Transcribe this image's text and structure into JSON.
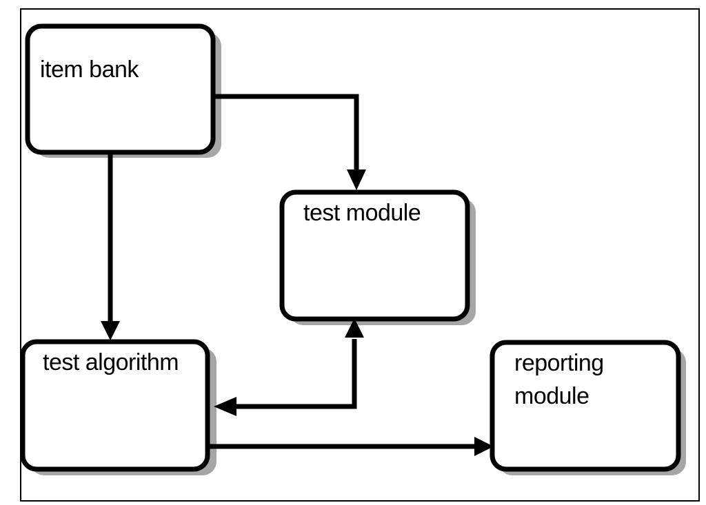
{
  "diagram": {
    "nodes": {
      "item_bank": {
        "label": "item bank"
      },
      "test_module": {
        "label": "test module"
      },
      "test_algorithm": {
        "label": "test algorithm"
      },
      "reporting_module": {
        "label_line1": "reporting",
        "label_line2": "module"
      }
    },
    "edges": [
      {
        "from": "item bank",
        "to": "test module"
      },
      {
        "from": "item bank",
        "to": "test algorithm"
      },
      {
        "from": "test algorithm",
        "to": "test module"
      },
      {
        "from": "test module",
        "to": "test algorithm"
      },
      {
        "from": "test algorithm",
        "to": "reporting module"
      }
    ],
    "colors": {
      "stroke": "#000000",
      "fill": "#ffffff",
      "shadow": "#a6a6a6"
    }
  }
}
